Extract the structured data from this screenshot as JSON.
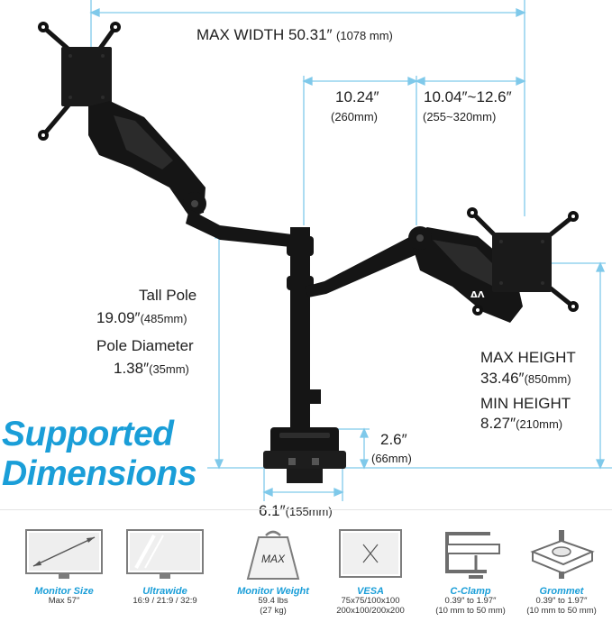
{
  "dims": {
    "max_width_label": "MAX WIDTH 50.31″",
    "max_width_mm": "(1078 mm)",
    "arm1_in": "10.24″",
    "arm1_mm": "(260mm)",
    "arm2_in": "10.04″~12.6″",
    "arm2_mm": "(255~320mm)",
    "tall_pole_label": "Tall Pole",
    "tall_pole_in": "19.09″",
    "tall_pole_mm": "(485mm)",
    "pole_diameter_label": "Pole Diameter",
    "pole_diameter_in": "1.38″",
    "pole_diameter_mm": "(35mm)",
    "max_height_label": "MAX HEIGHT",
    "max_height_in": "33.46″",
    "max_height_mm": "(850mm)",
    "min_height_label": "MIN HEIGHT",
    "min_height_in": "8.27″",
    "min_height_mm": "(210mm)",
    "base_height_in": "2.6″",
    "base_height_mm": "(66mm)",
    "base_width_in": "6.1″",
    "base_width_mm": "(155mm)"
  },
  "headline": {
    "line1": "Supported",
    "line2": "Dimensions"
  },
  "brand_mark": "ΔΛ",
  "features": [
    {
      "name": "Monitor Size",
      "sub1": "Max 57″",
      "sub2": "",
      "icon": "monitor-size-icon"
    },
    {
      "name": "Ultrawide",
      "sub1": "16:9 / 21:9 / 32:9",
      "sub2": "",
      "icon": "ultrawide-monitor-icon"
    },
    {
      "name": "Monitor Weight",
      "sub1": "59.4 lbs",
      "sub2": "(27 kg)",
      "icon": "weight-icon",
      "icon_text": "MAX"
    },
    {
      "name": "VESA",
      "sub1": "75x75/100x100",
      "sub2": "200x100/200x200",
      "icon": "vesa-pattern-icon"
    },
    {
      "name": "C-Clamp",
      "sub1": "0.39″ to 1.97″",
      "sub2": "(10 mm to 50 mm)",
      "icon": "c-clamp-icon"
    },
    {
      "name": "Grommet",
      "sub1": "0.39″ to 1.97″",
      "sub2": "(10 mm to 50 mm)",
      "icon": "grommet-icon"
    }
  ],
  "colors": {
    "accent": "#1a9ed8",
    "dimension_line": "#7fc9ea",
    "product": "#151515"
  }
}
